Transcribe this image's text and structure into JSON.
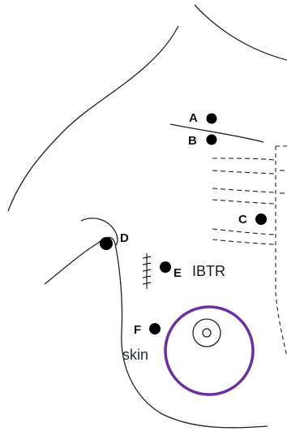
{
  "figure": {
    "markers": [
      {
        "id": "A",
        "label": "A"
      },
      {
        "id": "B",
        "label": "B"
      },
      {
        "id": "C",
        "label": "C"
      },
      {
        "id": "D",
        "label": "D"
      },
      {
        "id": "E",
        "label": "E"
      },
      {
        "id": "F",
        "label": "F"
      }
    ],
    "annotations": {
      "ibtr": "IBTR",
      "skin": "skin"
    },
    "colors": {
      "line": "#222222",
      "dot": "#000000",
      "highlight_circle": "#6b2fa0"
    }
  }
}
